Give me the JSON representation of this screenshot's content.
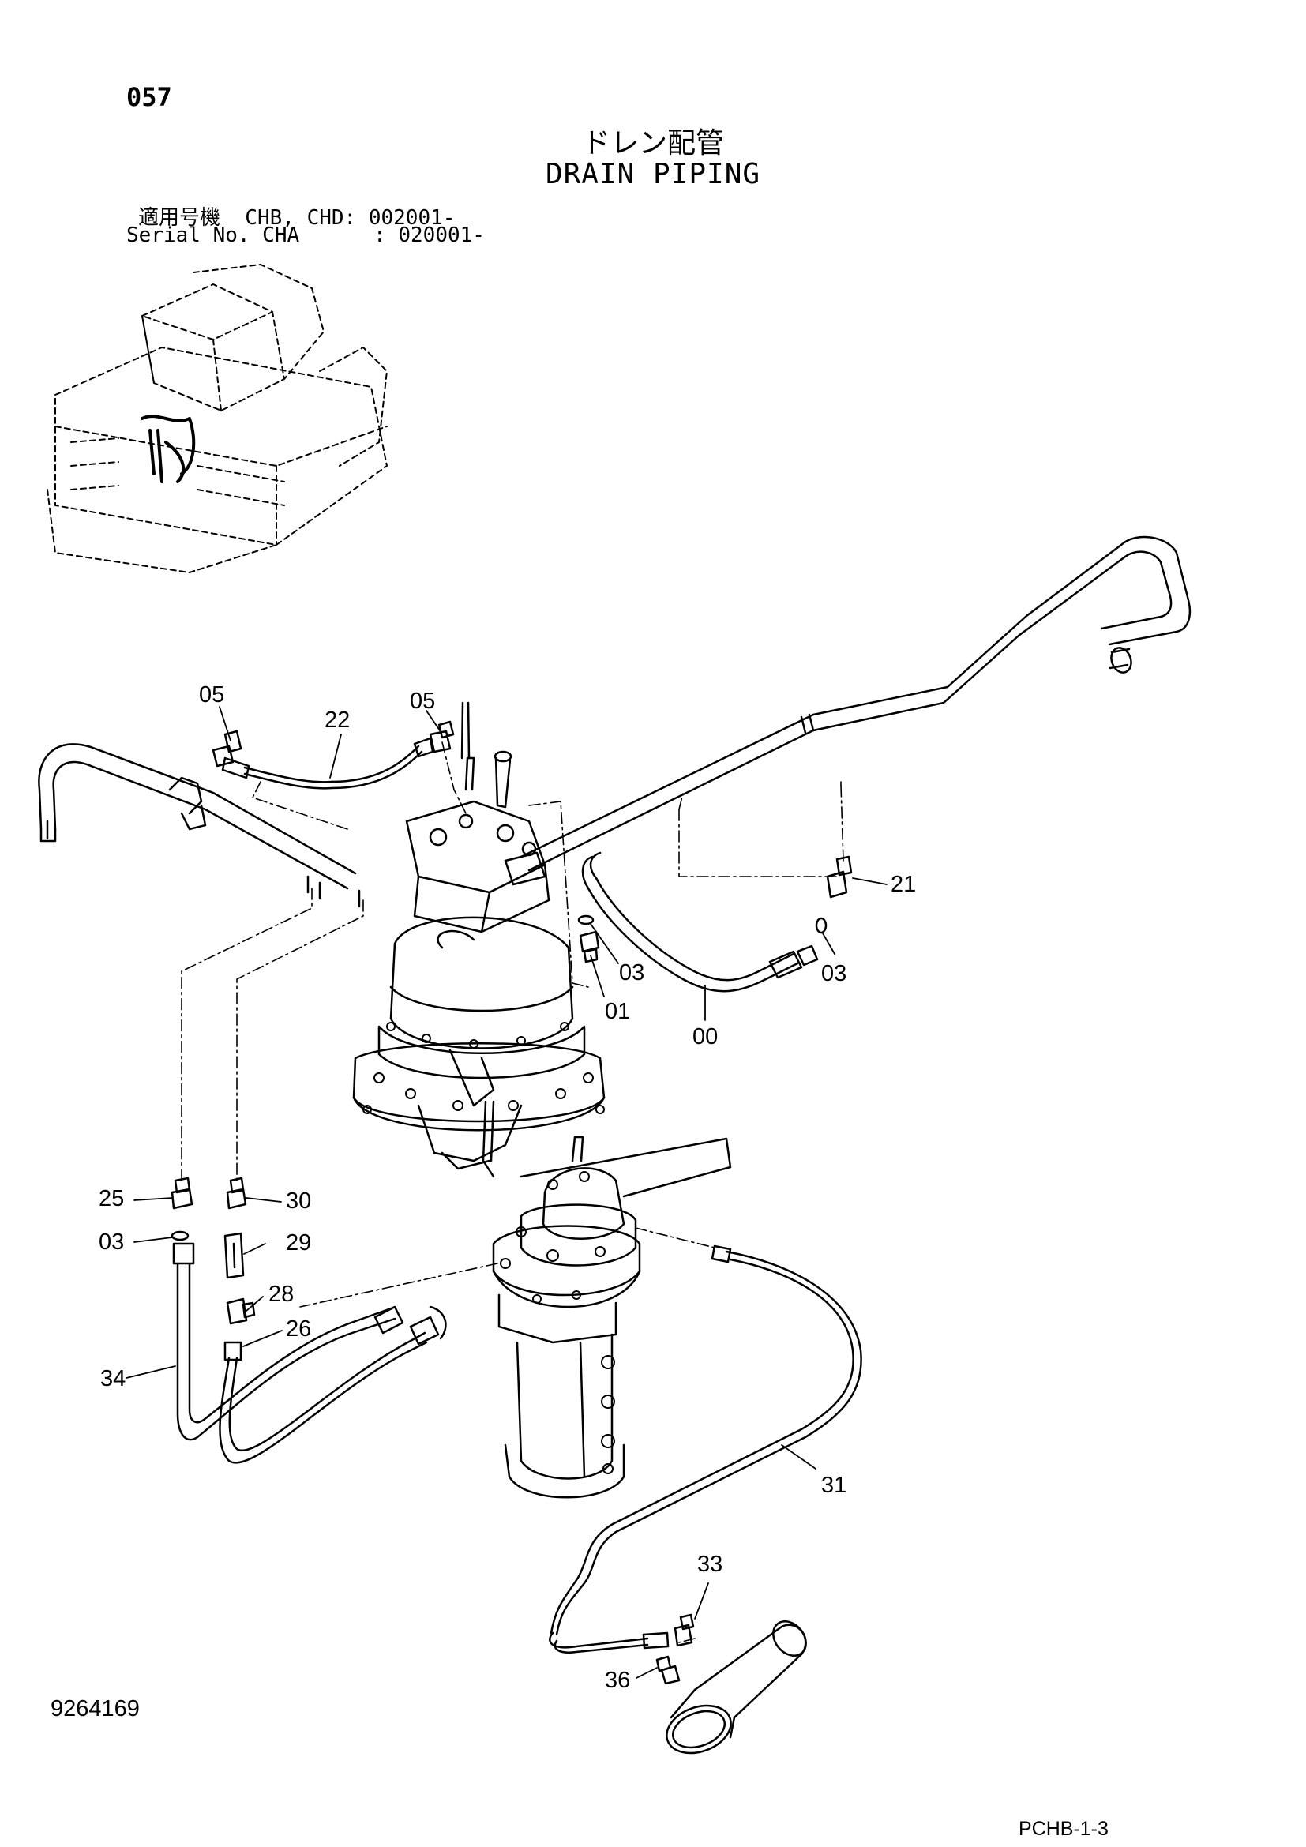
{
  "header": {
    "page_number": "057",
    "title_jp": "ドレン配管",
    "title_en": "DRAIN PIPING",
    "serial_line_1": "適用号機  CHB, CHD: 002001-",
    "serial_line_2": "Serial No. CHA      : 020001-"
  },
  "footer": {
    "document_number": "9264169",
    "page_reference": "PCHB-1-3"
  },
  "callouts": {
    "c05a": "05",
    "c22": "22",
    "c05b": "05",
    "c21": "21",
    "c03a": "03",
    "c01": "01",
    "c00": "00",
    "c03b": "03",
    "c25": "25",
    "c30": "30",
    "c03c": "03",
    "c29": "29",
    "c28": "28",
    "c26": "26",
    "c34": "34",
    "c31": "31",
    "c33": "33",
    "c36": "36"
  },
  "colors": {
    "line": "#000000",
    "background": "#ffffff"
  }
}
